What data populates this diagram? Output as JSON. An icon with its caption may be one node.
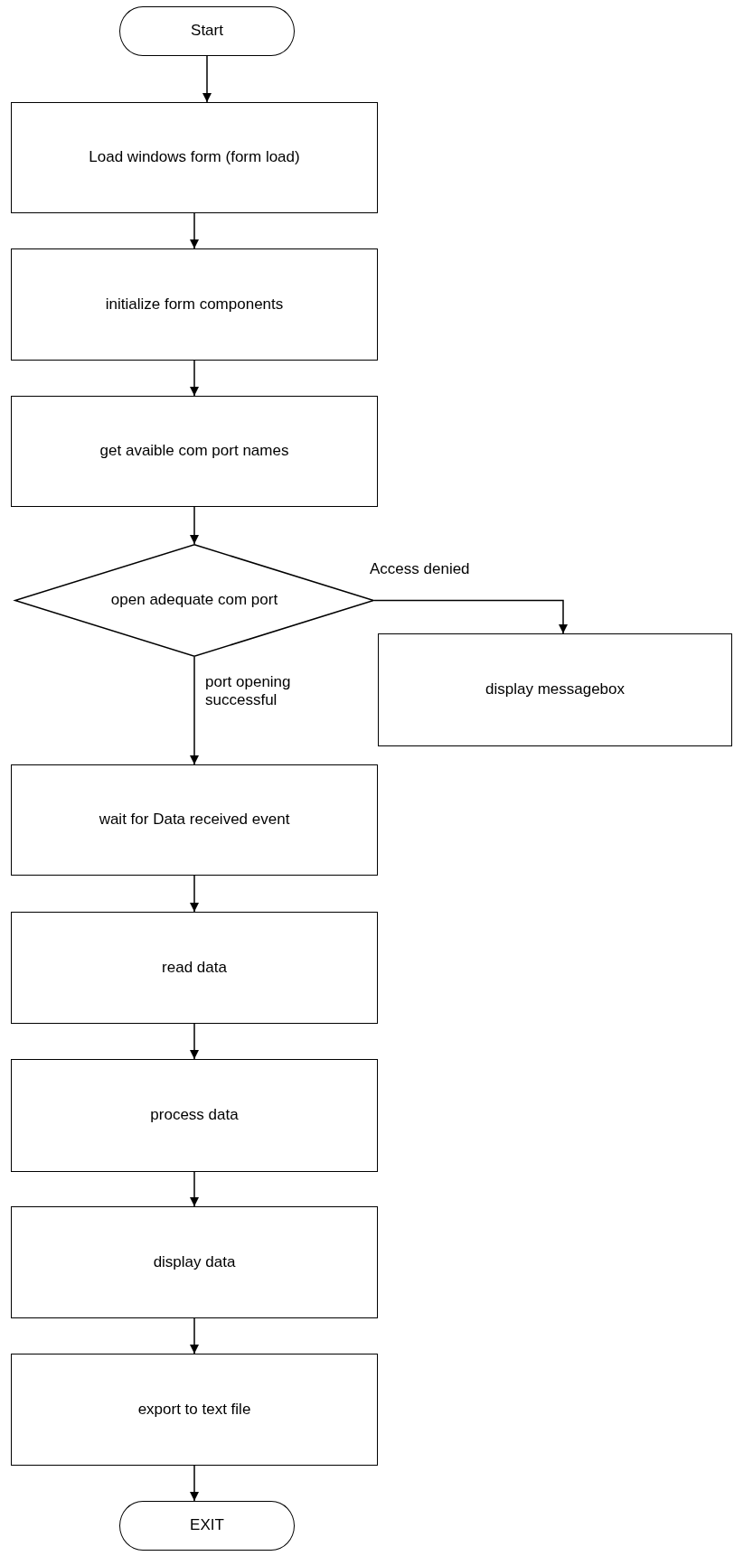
{
  "diagram": {
    "nodes": [
      {
        "text": [
          "Start"
        ]
      },
      {
        "text": [
          "Load windows form (form load)"
        ]
      },
      {
        "text": [
          "initialize form components"
        ]
      },
      {
        "text": [
          "get avaible com port names"
        ]
      },
      {
        "text": [
          "open adequate com port"
        ]
      },
      {
        "text": [
          "display messagebox"
        ]
      },
      {
        "text": [
          "wait for Data received event"
        ]
      },
      {
        "text": [
          "read data"
        ]
      },
      {
        "text": [
          "process data"
        ]
      },
      {
        "text": [
          "display data"
        ]
      },
      {
        "text": [
          "export to text file"
        ]
      },
      {
        "text": [
          "EXIT"
        ]
      }
    ],
    "edges": [
      {
        "from": 0,
        "to": 1,
        "arrow": "to"
      },
      {
        "from": 1,
        "to": 2,
        "arrow": "to"
      },
      {
        "from": 2,
        "to": 3,
        "arrow": "to"
      },
      {
        "from": 3,
        "to": 4,
        "arrow": "to"
      },
      {
        "from": 4,
        "to": 5,
        "arrow": "to",
        "label": "Access denied"
      },
      {
        "from": 4,
        "to": 6,
        "arrow": "to",
        "label": "port opening successful"
      },
      {
        "from": 6,
        "to": 7,
        "arrow": "to"
      },
      {
        "from": 7,
        "to": 8,
        "arrow": "to"
      },
      {
        "from": 8,
        "to": 9,
        "arrow": "to"
      },
      {
        "from": 9,
        "to": 10,
        "arrow": "to"
      },
      {
        "from": 10,
        "to": 11,
        "arrow": "to"
      }
    ]
  }
}
